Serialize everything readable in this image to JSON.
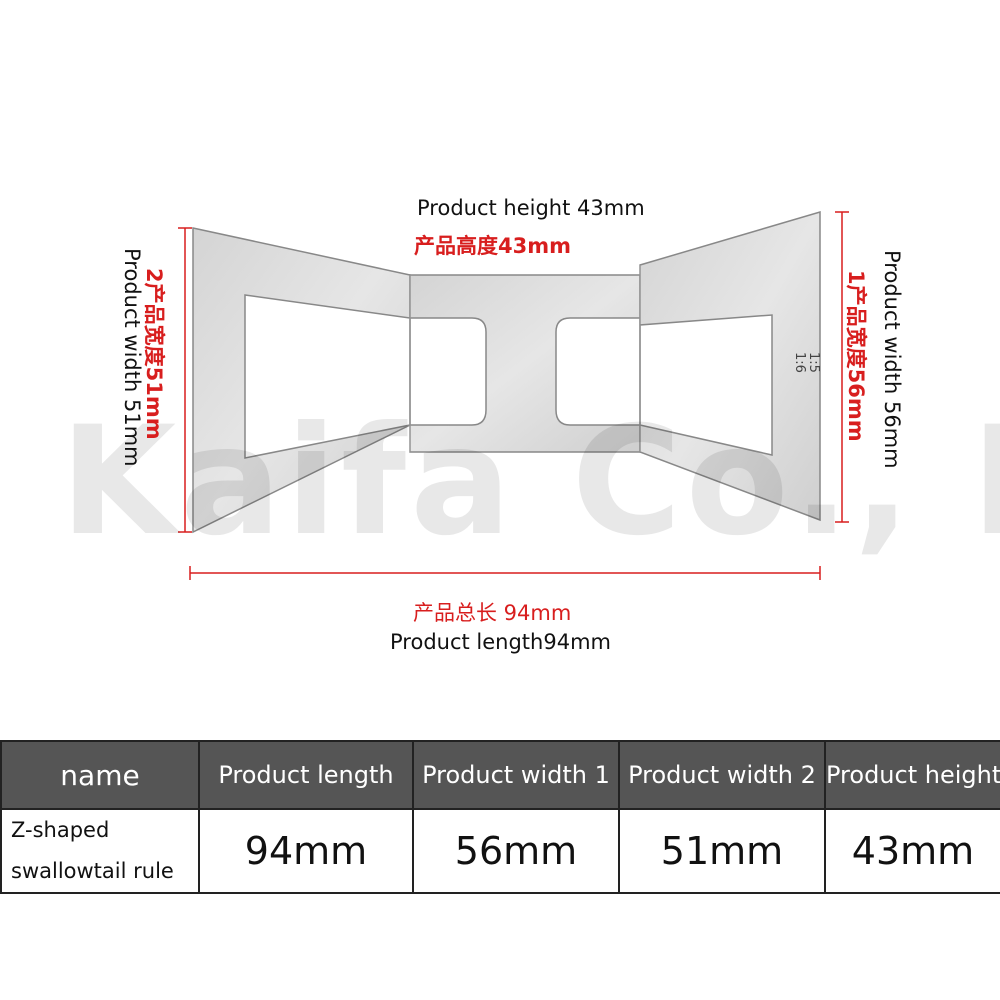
{
  "figure": {
    "height_label_en": "Product height  43mm",
    "height_label_cn": "产品高度43mm",
    "left_width_label_cn": "2产品宽度51mm",
    "left_width_label_en": "Product width 51mm",
    "right_width_label_cn": "1产品宽度56mm",
    "right_width_label_en": "Product width 56mm",
    "length_label_cn": "产品总长 94mm",
    "length_label_en": "Product length94mm",
    "scale_mark_1": "1:5",
    "scale_mark_2": "1:6",
    "watermark": "Kaifa Co., Ltd."
  },
  "table": {
    "headers": [
      "name",
      "Product length",
      "Product width 1",
      "Product width 2",
      "Product height"
    ],
    "row": {
      "name": "Z-shaped swallowtail rule",
      "length": "94mm",
      "width1": "56mm",
      "width2": "51mm",
      "height": "43mm"
    }
  },
  "colors": {
    "dimension_red": "#d81e1e",
    "header_bg": "#555555",
    "metal": "#dcdcdc"
  }
}
